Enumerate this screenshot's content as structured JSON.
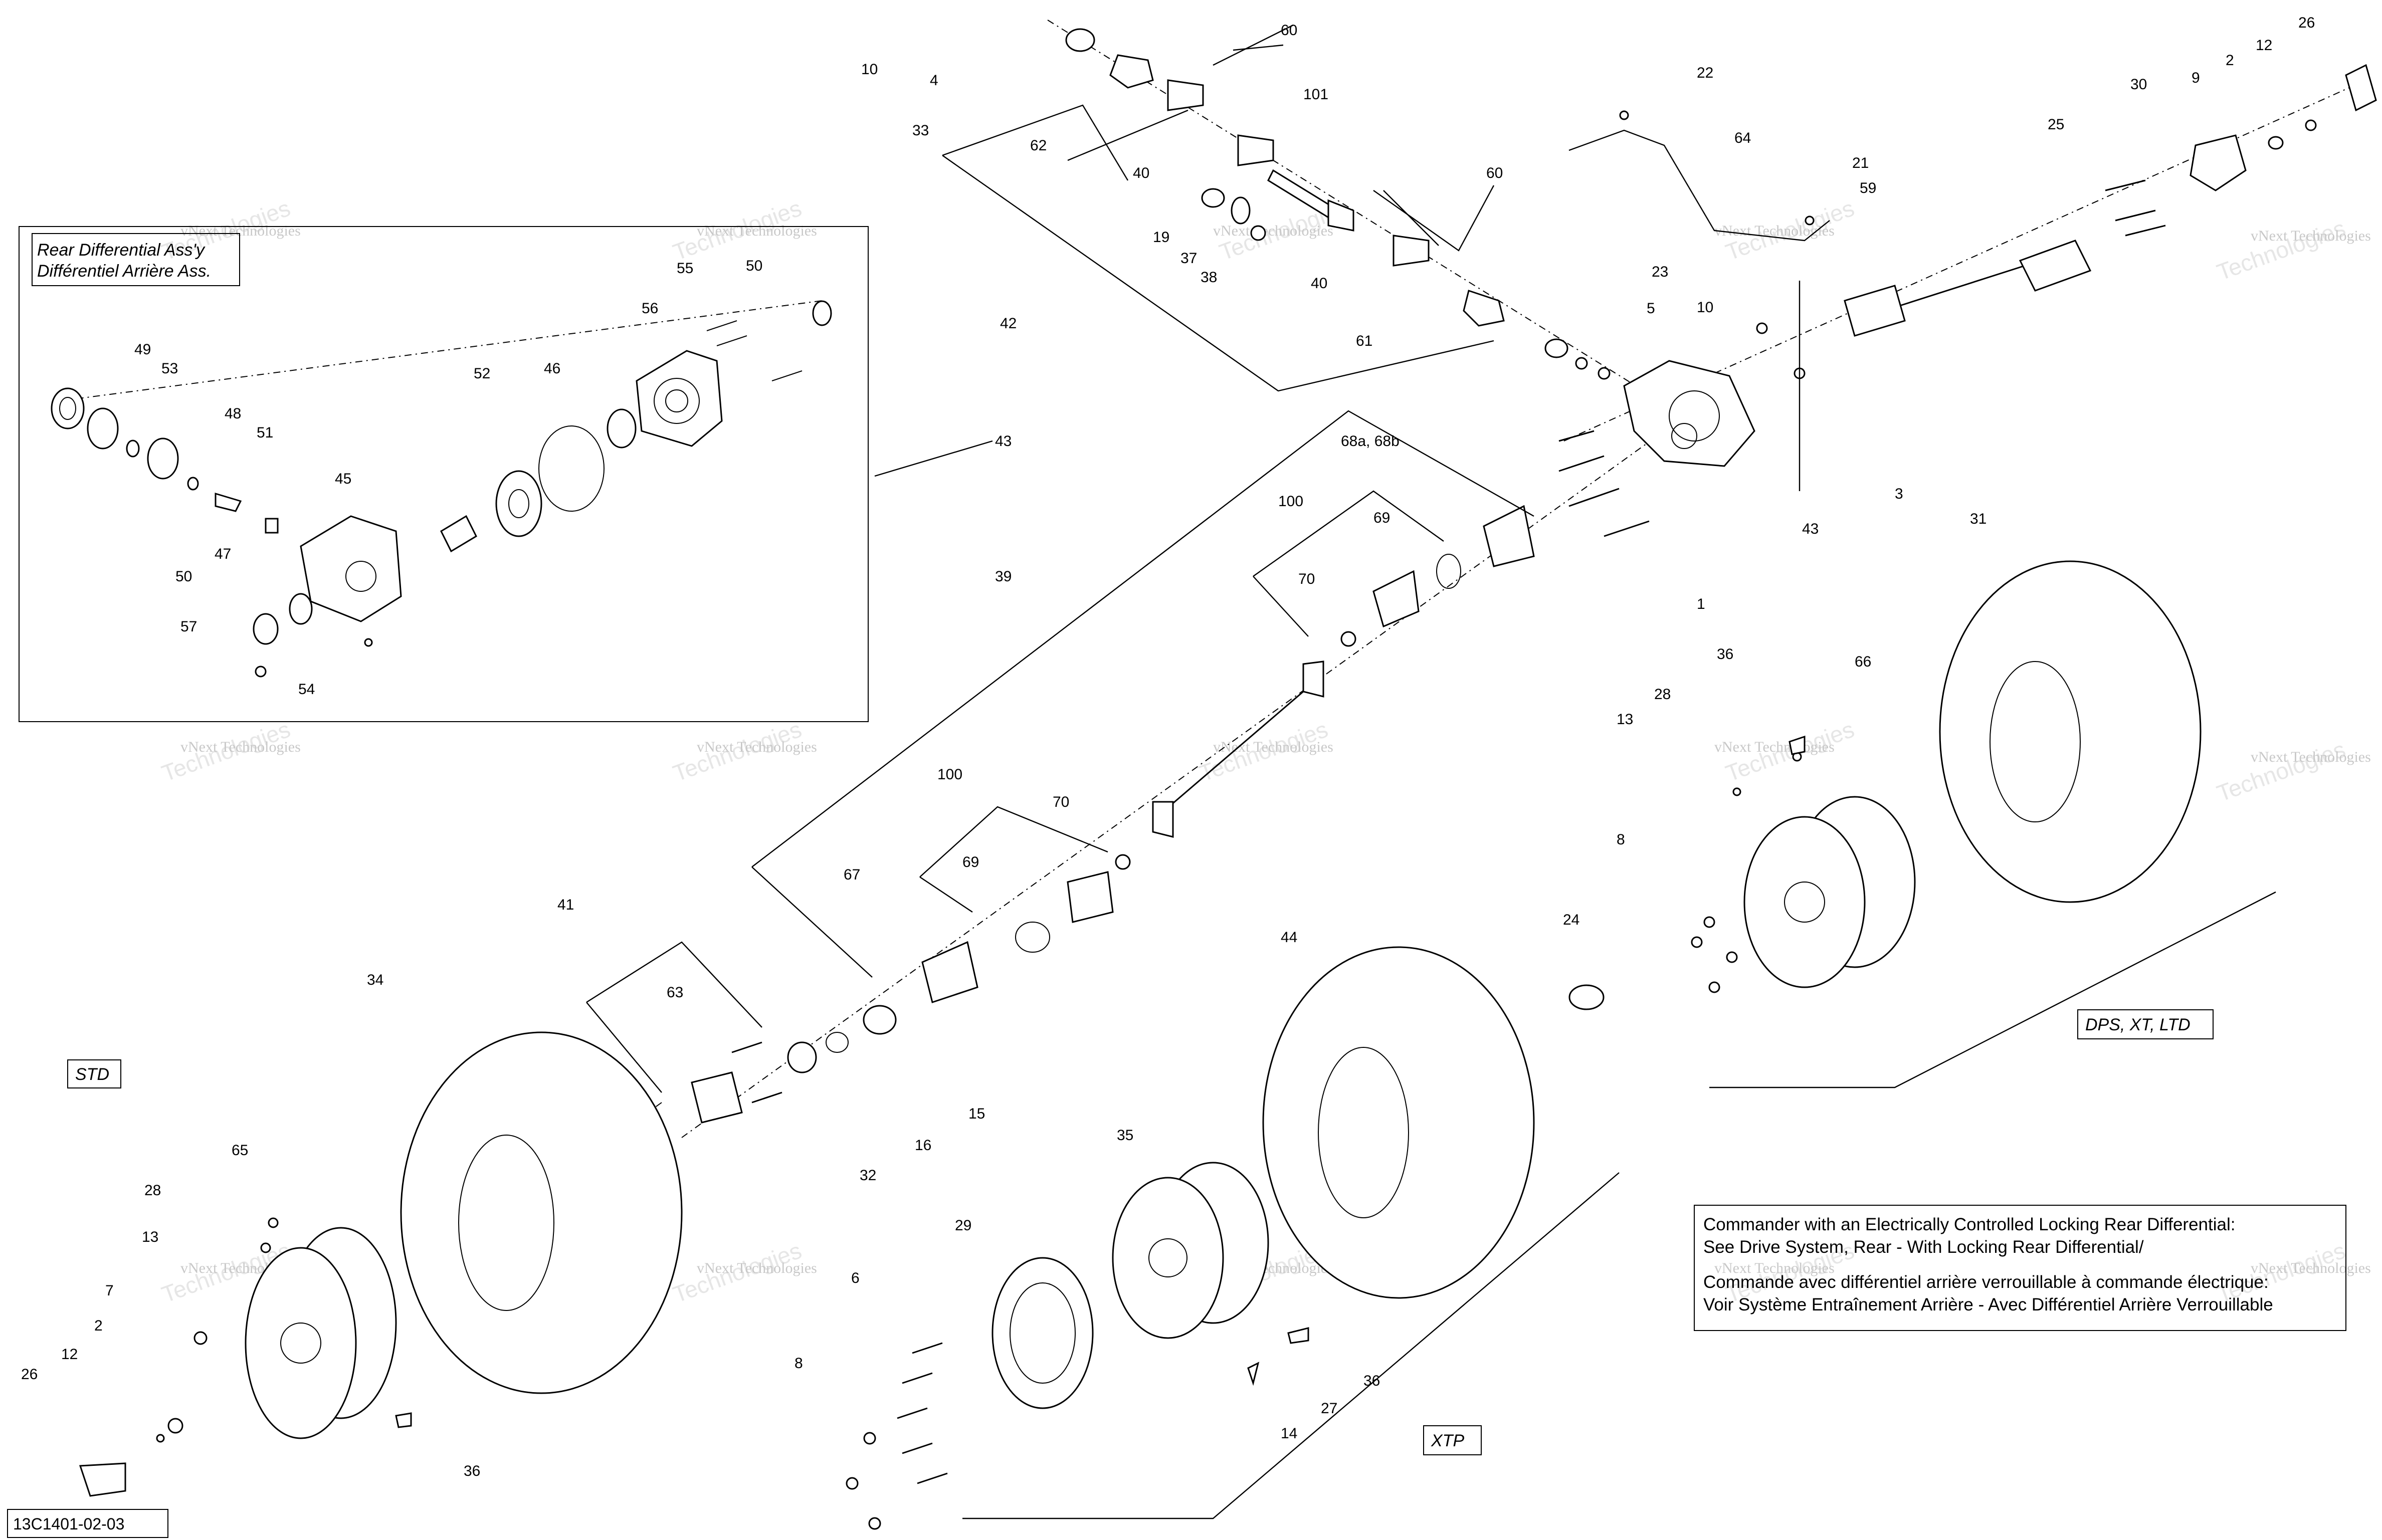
{
  "diagram_code": "13C1401-02-03",
  "inset": {
    "title_line1": "Rear Differential Ass'y",
    "title_line2": "Différentiel Arrière Ass."
  },
  "variant_labels": {
    "std": "STD",
    "xtp": "XTP",
    "dps_xt_ltd": "DPS, XT, LTD"
  },
  "note": {
    "line1": "Commander with an Electrically Controlled Locking Rear Differential:",
    "line2": "See Drive System, Rear - With Locking Rear Differential/",
    "line3": "Commande avec différentiel arrière verrouillable à commande électrique:",
    "line4": "Voir Système Entraînement Arrière - Avec Différentiel Arrière Verrouillable"
  },
  "watermark": {
    "line1": "vNext Technologies",
    "line2": "Technologies"
  },
  "callouts": [
    "10",
    "4",
    "33",
    "62",
    "60",
    "40",
    "101",
    "19",
    "37",
    "38",
    "40",
    "60",
    "61",
    "22",
    "64",
    "23",
    "5",
    "10",
    "21",
    "59",
    "42",
    "43",
    "39",
    "68a, 68b",
    "100",
    "69",
    "70",
    "43",
    "3",
    "1",
    "26",
    "12",
    "2",
    "9",
    "30",
    "25",
    "31",
    "36",
    "66",
    "28",
    "13",
    "8",
    "24",
    "100",
    "70",
    "69",
    "67",
    "41",
    "63",
    "34",
    "15",
    "16",
    "32",
    "44",
    "35",
    "29",
    "6",
    "8",
    "27",
    "14",
    "36",
    "65",
    "28",
    "13",
    "7",
    "2",
    "12",
    "26",
    "36",
    "49",
    "53",
    "48",
    "51",
    "45",
    "47",
    "50",
    "57",
    "54",
    "52",
    "46",
    "56",
    "55",
    "50"
  ]
}
